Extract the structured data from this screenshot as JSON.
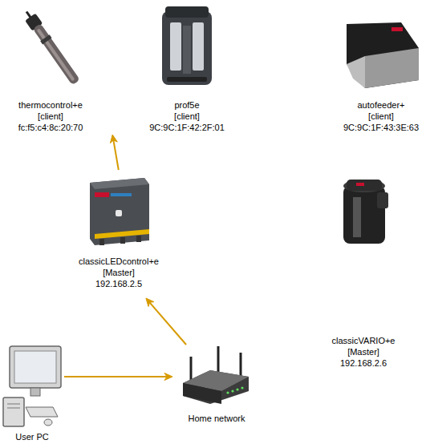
{
  "diagram": {
    "nodes": [
      {
        "text": [
          "thermocontrol+e",
          "[client]",
          "fc:f5:c4:8c:20:70"
        ]
      },
      {
        "text": [
          "prof5e",
          "[client]",
          "9C:9C:1F:42:2F:01"
        ]
      },
      {
        "text": [
          "autofeeder+",
          "[client]",
          "9C:9C:1F:43:3E:63"
        ]
      },
      {
        "text": [
          "classicLEDcontrol+e",
          "[Master]",
          "192.168.2.5"
        ]
      },
      {
        "text": [
          "classicVARIO+e",
          "[Master]",
          "192.168.2.6"
        ]
      },
      {
        "text": [
          "User PC"
        ]
      },
      {
        "text": [
          "Home network"
        ]
      }
    ],
    "edges": [
      {
        "from": 3,
        "to": 0,
        "arrow": "to"
      },
      {
        "from": 6,
        "to": 3,
        "arrow": "to"
      },
      {
        "from": 5,
        "to": 6,
        "arrow": "to"
      }
    ]
  }
}
